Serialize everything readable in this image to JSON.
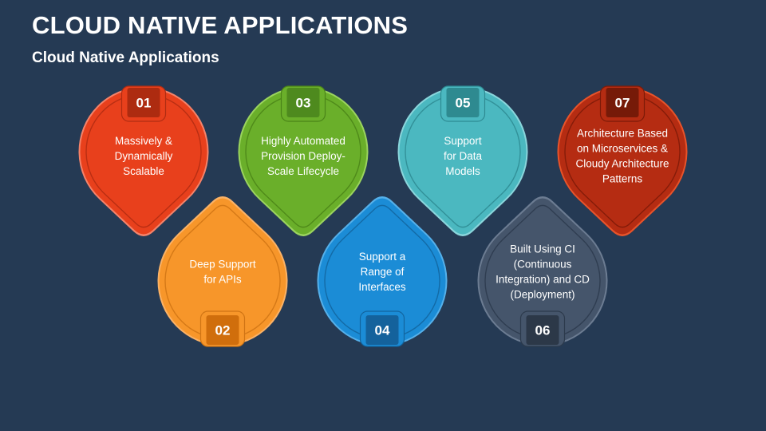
{
  "header": {
    "title": "CLOUD NATIVE APPLICATIONS",
    "subtitle": "Cloud Native Applications"
  },
  "background_color": "#253a54",
  "items": [
    {
      "number": "01",
      "lines": [
        "Massively &",
        "Dynamically",
        "Scalable"
      ],
      "orientation": "down",
      "fill": "#e8401c",
      "rim": "#f5836a",
      "inner": "#b02c12",
      "badge": "#ad2b10"
    },
    {
      "number": "02",
      "lines": [
        "Deep Support",
        "for APIs"
      ],
      "orientation": "up",
      "fill": "#f7962a",
      "rim": "#fbb266",
      "inner": "#cf7414",
      "badge": "#d06e0c"
    },
    {
      "number": "03",
      "lines": [
        "Highly Automated",
        "Provision Deploy-",
        "Scale Lifecycle"
      ],
      "orientation": "down",
      "fill": "#6aaf2a",
      "rim": "#9bd45e",
      "inner": "#4a8418",
      "badge": "#4e8a1e"
    },
    {
      "number": "04",
      "lines": [
        "Support a",
        "Range of",
        "Interfaces"
      ],
      "orientation": "up",
      "fill": "#1b8cd6",
      "rim": "#55b0ea",
      "inner": "#12649e",
      "badge": "#14629c"
    },
    {
      "number": "05",
      "lines": [
        "Support",
        "for Data",
        "Models"
      ],
      "orientation": "down",
      "fill": "#4bb8c0",
      "rim": "#8ad6dc",
      "inner": "#2e8a92",
      "badge": "#2e8a90"
    },
    {
      "number": "06",
      "lines": [
        "Built Using CI",
        "(Continuous",
        "Integration) and CD",
        "(Deployment)"
      ],
      "orientation": "up",
      "fill": "#45556b",
      "rim": "#6c7c92",
      "inner": "#2c3a4c",
      "badge": "#2c3848"
    },
    {
      "number": "07",
      "lines": [
        "Architecture Based",
        "on Microservices &",
        "Cloudy Architecture",
        "Patterns"
      ],
      "orientation": "down",
      "fill": "#b52c12",
      "rim": "#e8532a",
      "inner": "#7c1a08",
      "badge": "#761a08"
    }
  ]
}
